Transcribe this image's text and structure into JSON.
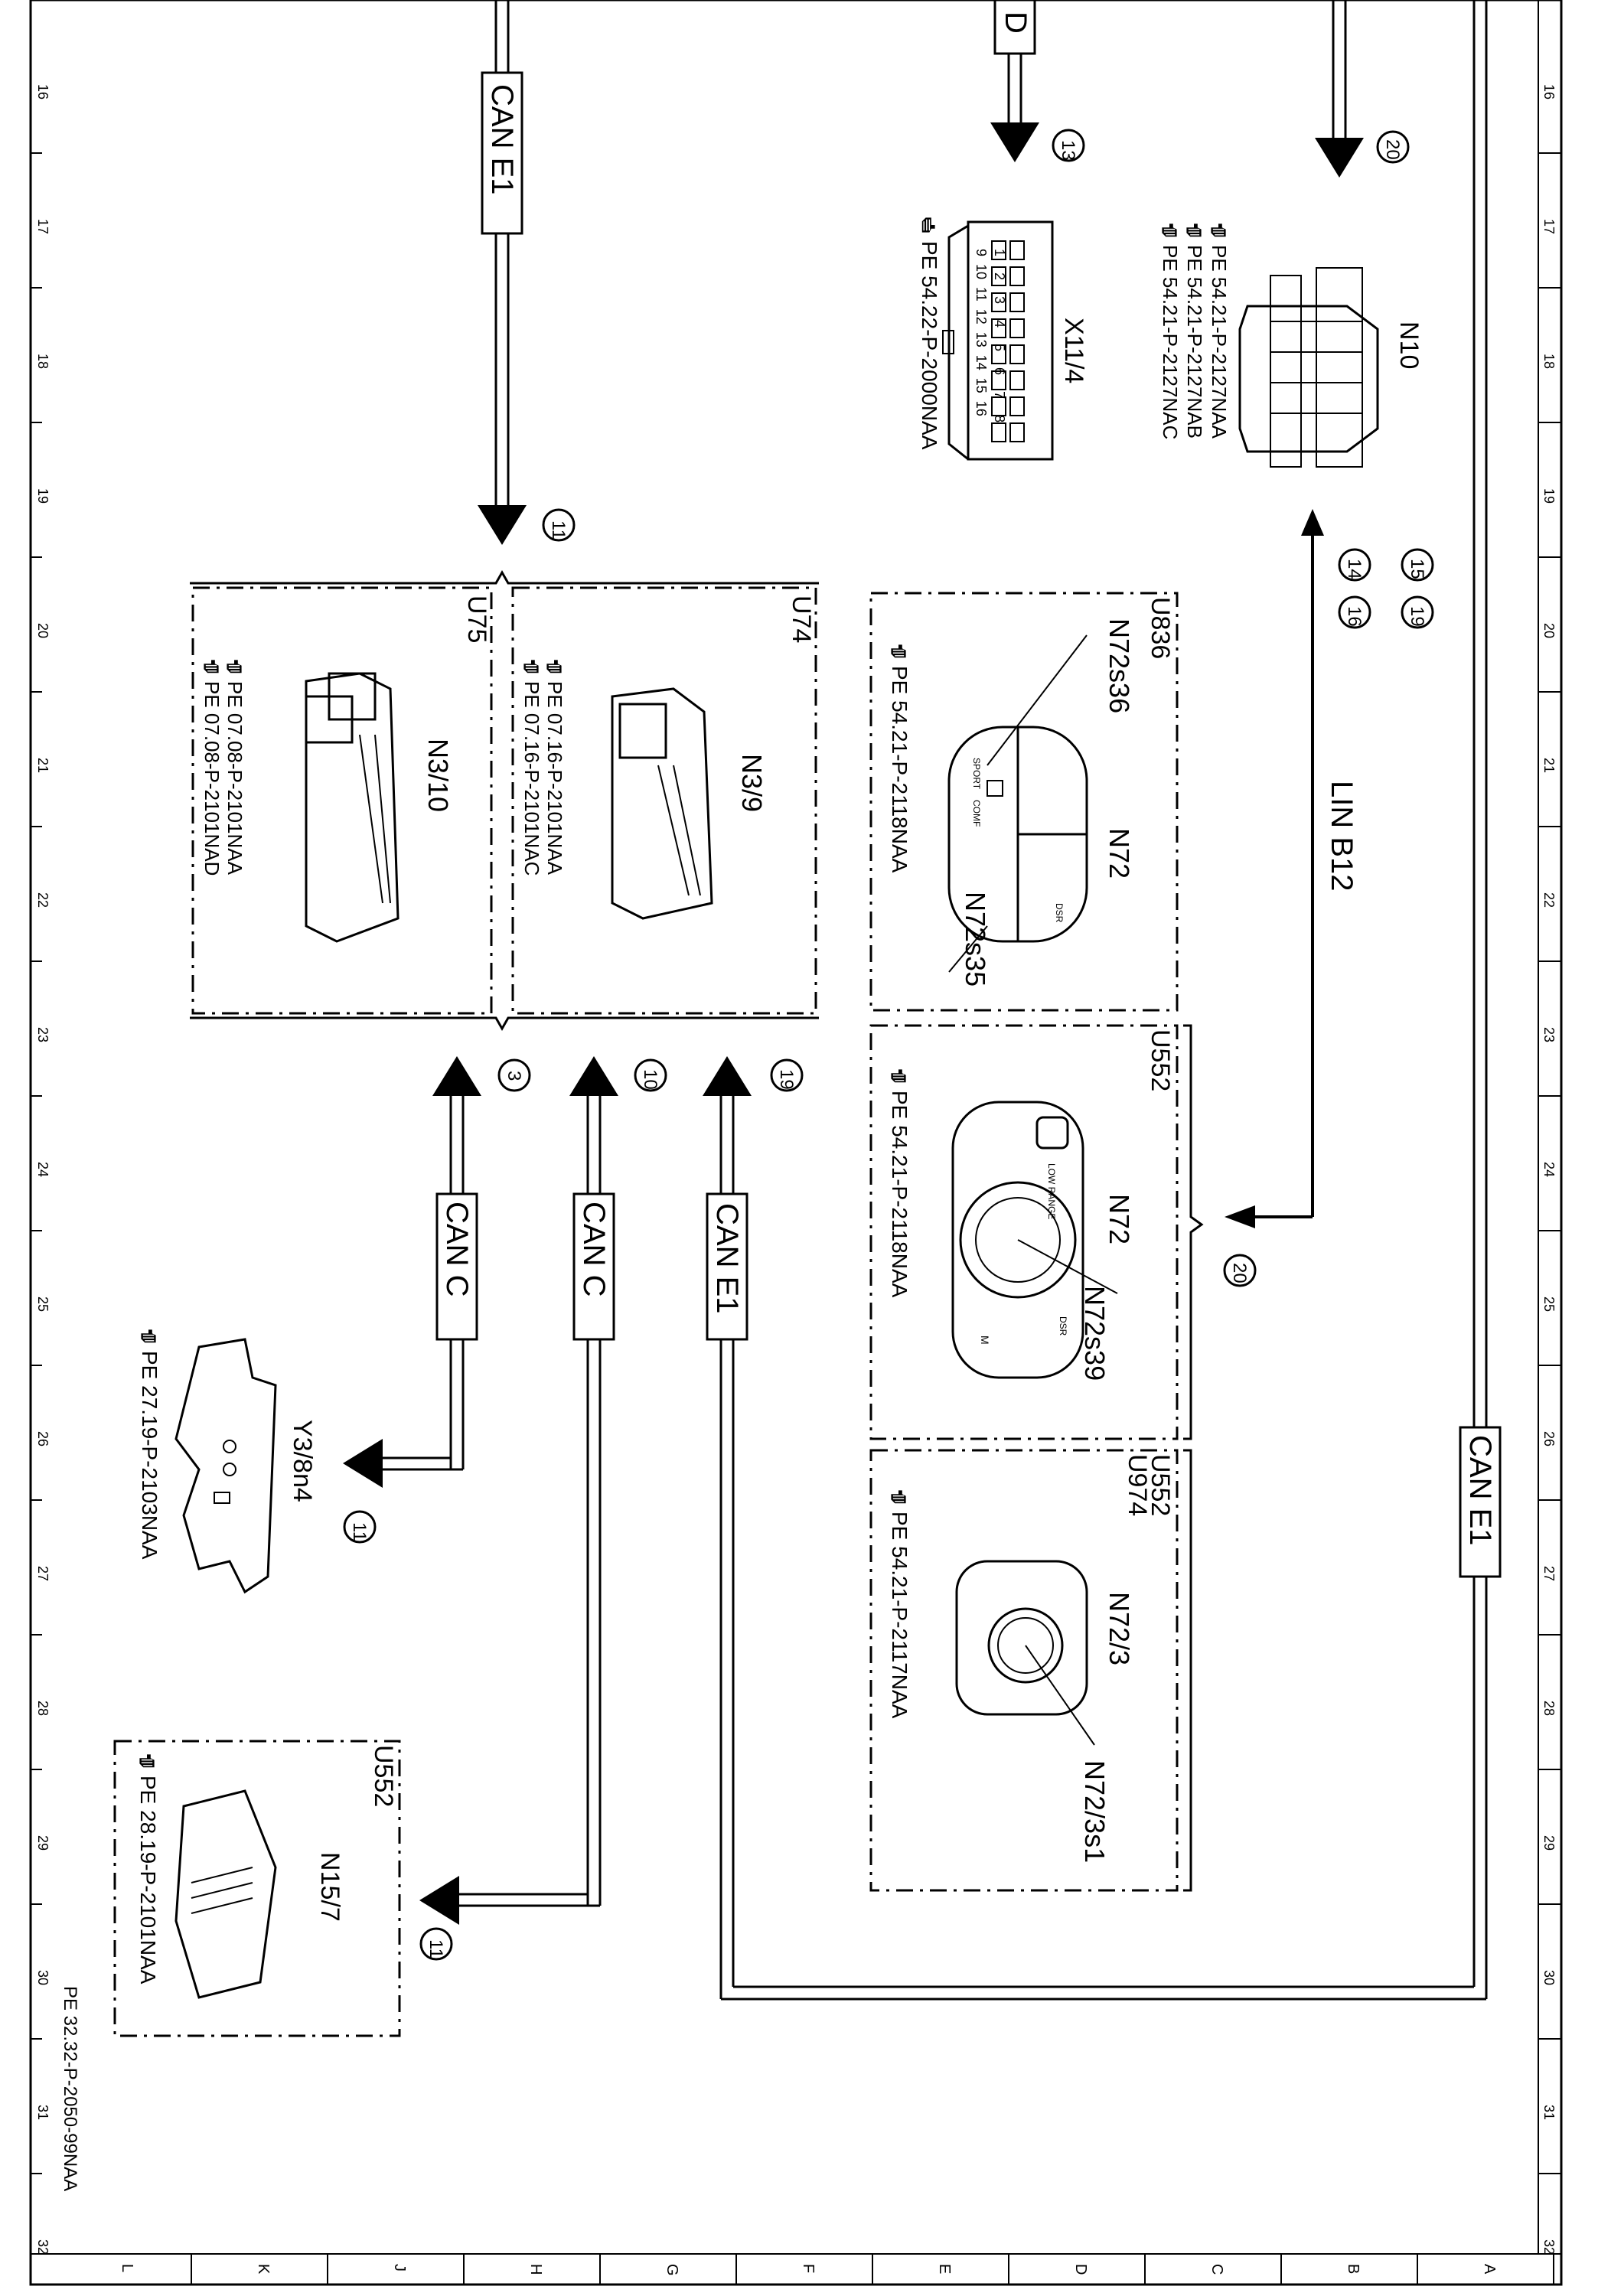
{
  "grid": {
    "rows_left": [
      "16",
      "17",
      "18",
      "19",
      "20",
      "21",
      "22",
      "23",
      "24",
      "25",
      "26",
      "27",
      "28",
      "29",
      "30",
      "31",
      "32"
    ],
    "rows_right": [
      "16",
      "17",
      "18",
      "19",
      "20",
      "21",
      "22",
      "23",
      "24",
      "25",
      "26",
      "27",
      "28",
      "29",
      "30",
      "31",
      "32"
    ],
    "columns_bottom": [
      "L",
      "K",
      "J",
      "H",
      "G",
      "F",
      "E",
      "D",
      "C",
      "B",
      "A"
    ]
  },
  "document_ref": "PE 32.32-P-2050-99NAA",
  "buses": {
    "can_e1_top": "CAN E1",
    "can_c_1": "CAN C",
    "can_c_2": "CAN C",
    "can_e1_mid": "CAN E1",
    "can_e1_right": "CAN E1",
    "lin_b12": "LIN B12",
    "d_label": "D"
  },
  "callouts": {
    "c13": "13",
    "c20_top": "20",
    "c11_top": "11",
    "c15": "15",
    "c19_right": "19",
    "c14": "14",
    "c16": "16",
    "c3": "3",
    "c10": "10",
    "c19_left": "19",
    "c20_mid": "20",
    "c11_y3": "11",
    "c11_n15": "11"
  },
  "components": {
    "x11_4": {
      "name": "X11/4",
      "ref": "PE 54.22-P-2000NAA",
      "pins_top": "1 2 3 4 5 6 7 8",
      "pins_bottom": "9 10 11 12 13 14 15 16"
    },
    "n10": {
      "name": "N10",
      "refs": [
        "PE 54.21-P-2127NAA",
        "PE 54.21-P-2127NAB",
        "PE 54.21-P-2127NAC"
      ]
    },
    "u75": {
      "unit": "U75",
      "name": "N3/10",
      "refs": [
        "PE 07.08-P-2101NAA",
        "PE 07.08-P-2101NAD"
      ]
    },
    "u74": {
      "unit": "U74",
      "name": "N3/9",
      "refs": [
        "PE 07.16-P-2101NAA",
        "PE 07.16-P-2101NAC"
      ]
    },
    "u836": {
      "unit": "U836",
      "name": "N72",
      "sub1": "N72s36",
      "sub2": "N72s35",
      "ref": "PE 54.21-P-2118NAA",
      "sport": "SPORT",
      "comf": "COMF",
      "dsr": "DSR"
    },
    "u552": {
      "unit": "U552",
      "name": "N72",
      "sub": "N72s39",
      "ref": "PE 54.21-P-2118NAA",
      "low_range": "LOW RANGE",
      "m": "M",
      "dsr": "DSR"
    },
    "u552_u974": {
      "unit1": "U552",
      "unit2": "U974",
      "name": "N72/3",
      "sub": "N72/3s1",
      "ref": "PE 54.21-P-2117NAA"
    },
    "y3_8n4": {
      "name": "Y3/8n4",
      "ref": "PE 27.19-P-2103NAA"
    },
    "n15_7": {
      "unit": "U552",
      "name": "N15/7",
      "ref": "PE 28.19-P-2101NAA"
    }
  }
}
